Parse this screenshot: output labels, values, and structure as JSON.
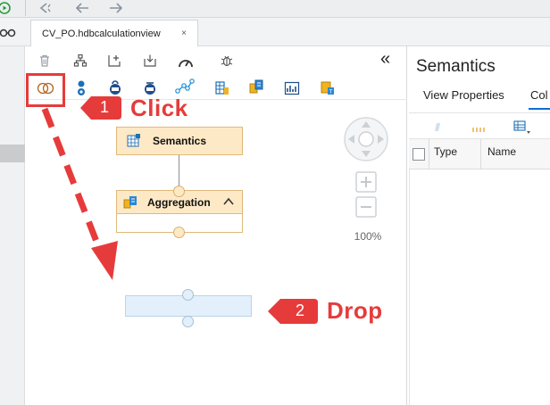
{
  "editor": {
    "tab_title": "CV_PO.hdbcalculationview",
    "tab_close": "×"
  },
  "canvas": {
    "collapse_glyph": "«",
    "zoom_level": "100%",
    "nodes": {
      "semantics": "Semantics",
      "aggregation": "Aggregation",
      "aggregation_toggle": "^"
    }
  },
  "semantics_panel": {
    "title": "Semantics",
    "tabs": [
      "View Properties",
      "Col"
    ],
    "active_tab": 1,
    "columns": [
      "Type",
      "Name"
    ]
  },
  "annotations": {
    "step1_number": "1",
    "step1_label": "Click",
    "step2_number": "2",
    "step2_label": "Drop"
  },
  "icons": {
    "toolbar": [
      "trash-icon",
      "hierarchy-icon",
      "add-node-icon",
      "import-icon",
      "gauge-icon",
      "bug-icon"
    ],
    "palette": [
      "join-icon",
      "union-icon",
      "rank-icon",
      "graph-icon",
      "network-icon",
      "table-function-icon",
      "aggregation-icon",
      "projection-icon",
      "tables-icon"
    ]
  },
  "colors": {
    "accent": "#0a6ed1",
    "annotation_red": "#e63b3b",
    "node_fill": "#fde9c6",
    "drop_target": "#e3f0fb"
  }
}
